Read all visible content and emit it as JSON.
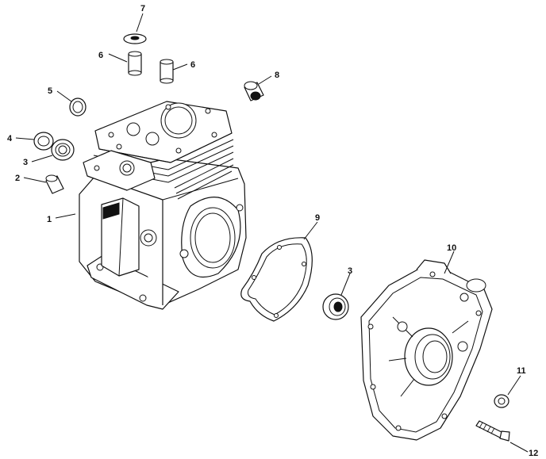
{
  "callouts": [
    "7",
    "6",
    "6",
    "8",
    "5",
    "4",
    "3",
    "2",
    "1",
    "9",
    "3",
    "10",
    "11",
    "12"
  ]
}
